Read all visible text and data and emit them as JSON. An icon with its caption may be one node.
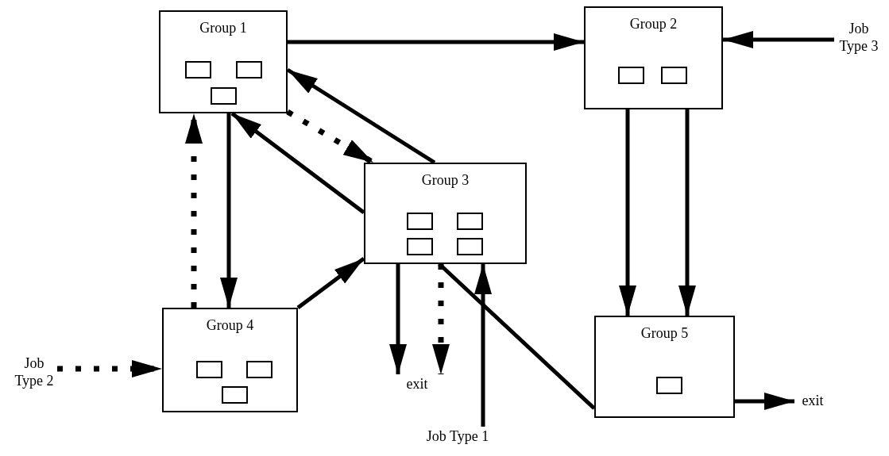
{
  "diagram": {
    "nodes": [
      {
        "text": [
          "Group 1"
        ]
      },
      {
        "text": [],
        "shape": "box",
        "in": 0
      },
      {
        "text": [],
        "shape": "box",
        "in": 0
      },
      {
        "text": [],
        "shape": "box",
        "in": 0
      },
      {
        "text": [
          "Group 2"
        ]
      },
      {
        "text": [],
        "shape": "box",
        "in": 4
      },
      {
        "text": [],
        "shape": "box",
        "in": 4
      },
      {
        "text": [
          "Group 3"
        ]
      },
      {
        "text": [],
        "shape": "box",
        "in": 7
      },
      {
        "text": [],
        "shape": "box",
        "in": 7
      },
      {
        "text": [],
        "shape": "box",
        "in": 7
      },
      {
        "text": [],
        "shape": "box",
        "in": 7
      },
      {
        "text": [
          "Group 4"
        ]
      },
      {
        "text": [],
        "shape": "box",
        "in": 12
      },
      {
        "text": [],
        "shape": "box",
        "in": 12
      },
      {
        "text": [],
        "shape": "box",
        "in": 12
      },
      {
        "text": [
          "Group 5"
        ]
      },
      {
        "text": [],
        "shape": "box",
        "in": 16
      },
      {
        "text": [
          "Job Type 3"
        ]
      },
      {
        "text": [
          "Job Type 2"
        ]
      },
      {
        "text": [
          "Job Type 1"
        ]
      },
      {
        "text": [
          "exit"
        ]
      },
      {
        "text": [
          "exit"
        ]
      }
    ],
    "edges": [
      {
        "from": 0,
        "to": 4,
        "arrow": "to"
      },
      {
        "from": 7,
        "to": 0,
        "arrow": "to"
      },
      {
        "from": 0,
        "to": 7,
        "arrow": "to",
        "style": "dashed"
      },
      {
        "from": 12,
        "to": 0,
        "arrow": "to",
        "style": "dashed"
      },
      {
        "from": 0,
        "to": 12,
        "arrow": "to"
      },
      {
        "from": 7,
        "to": 0,
        "arrow": "to"
      },
      {
        "from": 12,
        "to": 7,
        "arrow": "to"
      },
      {
        "from": 7,
        "to": 21,
        "arrow": "to"
      },
      {
        "from": 7,
        "to": 21,
        "arrow": "to",
        "style": "dashed"
      },
      {
        "from": 20,
        "to": 7,
        "arrow": "to"
      },
      {
        "from": 16,
        "to": 7,
        "arrow": "none"
      },
      {
        "from": 18,
        "to": 4,
        "arrow": "to"
      },
      {
        "from": 4,
        "to": 16,
        "arrow": "to"
      },
      {
        "from": 4,
        "to": 16,
        "arrow": "to"
      },
      {
        "from": 16,
        "to": 22,
        "arrow": "to"
      },
      {
        "from": 19,
        "to": 12,
        "arrow": "to",
        "style": "dashed"
      }
    ]
  }
}
